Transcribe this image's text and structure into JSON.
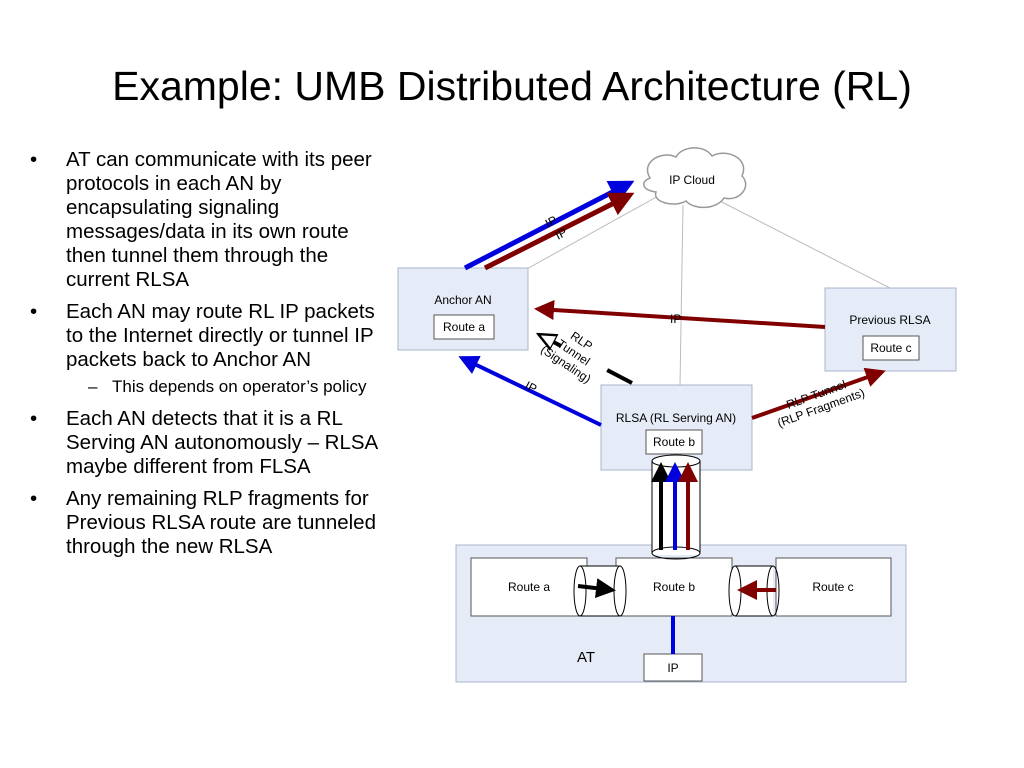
{
  "title": "Example: UMB Distributed Architecture (RL)",
  "bullets": [
    {
      "text": "AT can communicate with its peer protocols in each AN by encapsulating signaling messages/data in its own route then tunnel them through the current RLSA"
    },
    {
      "text": "Each AN may route RL IP packets to the Internet directly or tunnel IP packets back to Anchor AN",
      "sub": [
        "This depends on operator’s policy"
      ]
    },
    {
      "text": "Each AN detects that it is a RL Serving AN autonomously – RLSA maybe different from FLSA"
    },
    {
      "text": "Any remaining RLP fragments for Previous RLSA route are tunneled through the new RLSA"
    }
  ],
  "diagram": {
    "ip_cloud": "IP Cloud",
    "anchor_an": {
      "label": "Anchor AN",
      "route": "Route a"
    },
    "previous_rlsa": {
      "label": "Previous RLSA",
      "route": "Route c"
    },
    "rlsa": {
      "label": "RLSA (RL Serving AN)",
      "route": "Route b"
    },
    "at": {
      "label": "AT",
      "routes": [
        "Route a",
        "Route b",
        "Route c"
      ],
      "ip": "IP"
    },
    "labels": {
      "ip_blue_top": "IP",
      "ip_red_top": "IP",
      "ip_prev_to_anchor": "IP",
      "ip_rlsa_to_anchor": "IP",
      "rlp_signaling": [
        "RLP",
        "Tunnel",
        "(Signaling)"
      ],
      "rlp_tunnel": [
        "RLP Tunnel",
        "(RLP Fragments)"
      ]
    }
  },
  "colors": {
    "blue": "#0000dd",
    "dark_red": "#800000",
    "box_fill": "#e6ecf7",
    "box_stroke": "#a8b4cc",
    "thin_line": "#bbbbbb"
  }
}
